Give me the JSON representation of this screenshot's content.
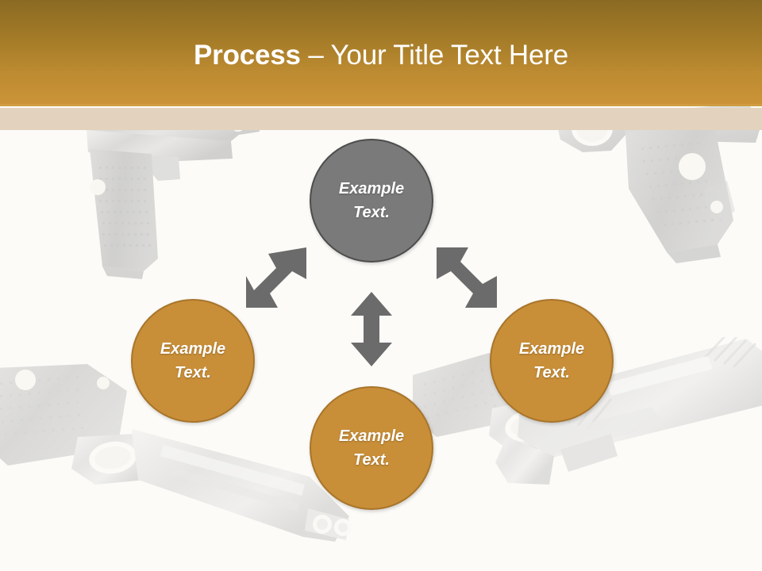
{
  "slide": {
    "background_color": "#fcfbf8",
    "accent_color": "#c98f38",
    "gray_color": "#7a7a7a",
    "band_color": "#e3d2bd",
    "arrow_color": "#6b6b6b"
  },
  "title": {
    "bold_part": "Process",
    "light_part": " – Your Title Text Here",
    "full": "Process – Your Title Text Here"
  },
  "diagram": {
    "type": "process-cycle",
    "nodes": [
      {
        "id": "top",
        "position": "top-center",
        "color": "#7a7a7a",
        "border": "#4d4d4d",
        "line1": "Example",
        "line2": "Text."
      },
      {
        "id": "left",
        "position": "middle-left",
        "color": "#c98f38",
        "border": "#a8752a",
        "line1": "Example",
        "line2": "Text."
      },
      {
        "id": "right",
        "position": "middle-right",
        "color": "#c98f38",
        "border": "#a8752a",
        "line1": "Example",
        "line2": "Text."
      },
      {
        "id": "bottom",
        "position": "bottom-center",
        "color": "#c98f38",
        "border": "#a8752a",
        "line1": "Example",
        "line2": "Text."
      }
    ],
    "connectors": [
      {
        "id": "left-diagonal",
        "icon": "double-arrow-diagonal-up-right",
        "from": "left",
        "to": "top"
      },
      {
        "id": "right-diagonal",
        "icon": "double-arrow-diagonal-up-left",
        "from": "right",
        "to": "top"
      },
      {
        "id": "center-vertical",
        "icon": "double-arrow-vertical",
        "from": "top",
        "to": "bottom"
      }
    ]
  },
  "background_art": {
    "description": "faded pistol photographs watermark",
    "items": [
      {
        "id": "top-left-pistol",
        "icon": "pistol-icon"
      },
      {
        "id": "top-right-pistol",
        "icon": "pistol-icon"
      },
      {
        "id": "bottom-left-pistol",
        "icon": "pistol-icon"
      },
      {
        "id": "bottom-right-pistol",
        "icon": "pistol-icon"
      }
    ]
  }
}
